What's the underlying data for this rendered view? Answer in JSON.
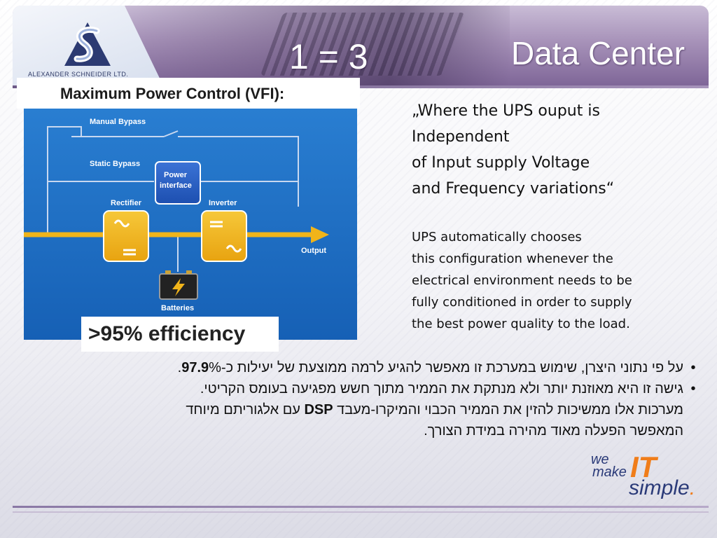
{
  "header": {
    "company": "ALEXANDER SCHNEIDER LTD.",
    "formula": "1 = 3",
    "title": "Data Center"
  },
  "diagram": {
    "title": "Maximum Power Control (VFI):",
    "labels": {
      "manual_bypass": "Manual Bypass",
      "static_bypass": "Static Bypass",
      "power_interface_1": "Power",
      "power_interface_2": "interface",
      "rectifier": "Rectifier",
      "inverter": "Inverter",
      "output": "Output",
      "batteries": "Batteries"
    },
    "efficiency": ">95% efficiency"
  },
  "quote": {
    "line1": "„Where the UPS ouput is",
    "line2": "Independent",
    "line3": "of Input supply Voltage",
    "line4": "and Frequency variations“"
  },
  "description": {
    "line1": "UPS automatically chooses",
    "line2": "this configuration whenever the",
    "line3": "electrical environment needs to be",
    "line4": "fully conditioned in order to supply",
    "line5": "the best power quality to the load."
  },
  "bullets": {
    "b1_text": "על פי נתוני היצרן, שימוש במערכת זו מאפשר להגיע לרמה ממוצעת של יעילות כ-",
    "b1_value": "97.9",
    "b1_suffix": "%.",
    "b2_line1": "גישה זו היא מאוזנת יותר ולא מנתקת את הממיר מתוך חשש מפגיעה בעומס הקריטי.",
    "b2_line2_pre": "מערכות אלו ממשיכות להזין את הממיר הכבוי והמיקרו-מעבד ",
    "b2_line2_bold": "DSP",
    "b2_line2_post": " עם אלגוריתם מיוחד",
    "b2_line3": "המאפשר הפעלה מאוד מהירה במידת הצורך."
  },
  "tagline": {
    "we": "we",
    "make": "make",
    "it": "IT",
    "simple": "simple",
    "dot": "."
  },
  "colors": {
    "diagram_bg": "#1e6fc4",
    "accent_yellow": "#f0b41a",
    "header_purple": "#8c74a6",
    "orange": "#f07d1a",
    "navy": "#2a3a78"
  }
}
